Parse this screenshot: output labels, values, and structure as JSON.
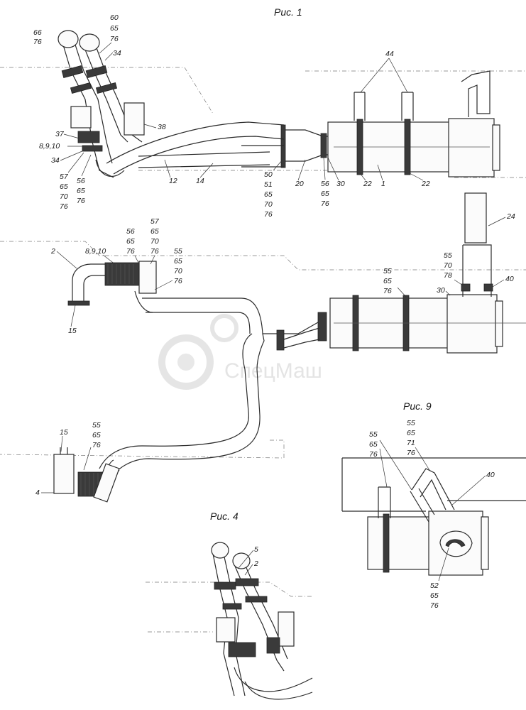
{
  "captions": {
    "fig1": "Рис. 1",
    "fig4": "Рис. 4",
    "fig9": "Рис. 9"
  },
  "watermark": "СпецМаш",
  "fig1_labels": {
    "l66_76": [
      "66",
      "76"
    ],
    "l60_65_76": [
      "60",
      "65",
      "76"
    ],
    "l34a": "34",
    "l44": "44",
    "l38": "38",
    "l37": "37",
    "l8910": "8,9,10",
    "l34b": "34",
    "l57_65_70_76": [
      "57",
      "65",
      "70",
      "76"
    ],
    "l56_65_76": [
      "56",
      "65",
      "76"
    ],
    "l12": "12",
    "l14": "14",
    "l50_51_65_70_76": [
      "50",
      "51",
      "65",
      "70",
      "76"
    ],
    "l20": "20",
    "l56_65_76b": [
      "56",
      "65",
      "76"
    ],
    "l30": "30",
    "l22a": "22",
    "l1": "1",
    "l22b": "22"
  },
  "fig2_labels": {
    "l2": "2",
    "l8910": "8,9,10",
    "l56_65_76": [
      "56",
      "65",
      "76"
    ],
    "l57_65_70_76": [
      "57",
      "65",
      "70",
      "76"
    ],
    "l55_65_70_76": [
      "55",
      "65",
      "70",
      "76"
    ],
    "l15": "15",
    "l24": "24",
    "l55_70_78": [
      "55",
      "70",
      "78"
    ],
    "l40": "40",
    "l30": "30",
    "l55_65_76": [
      "55",
      "65",
      "76"
    ],
    "l15b": "15",
    "l55_65_76b": [
      "55",
      "65",
      "76"
    ],
    "l4": "4"
  },
  "fig9_labels": {
    "l55_65_76": [
      "55",
      "65",
      "76"
    ],
    "l55_65_71_76": [
      "55",
      "65",
      "71",
      "76"
    ],
    "l40": "40",
    "l52_65_76": [
      "52",
      "65",
      "76"
    ]
  },
  "fig4_labels": {
    "l5": "5",
    "l2": "2"
  }
}
